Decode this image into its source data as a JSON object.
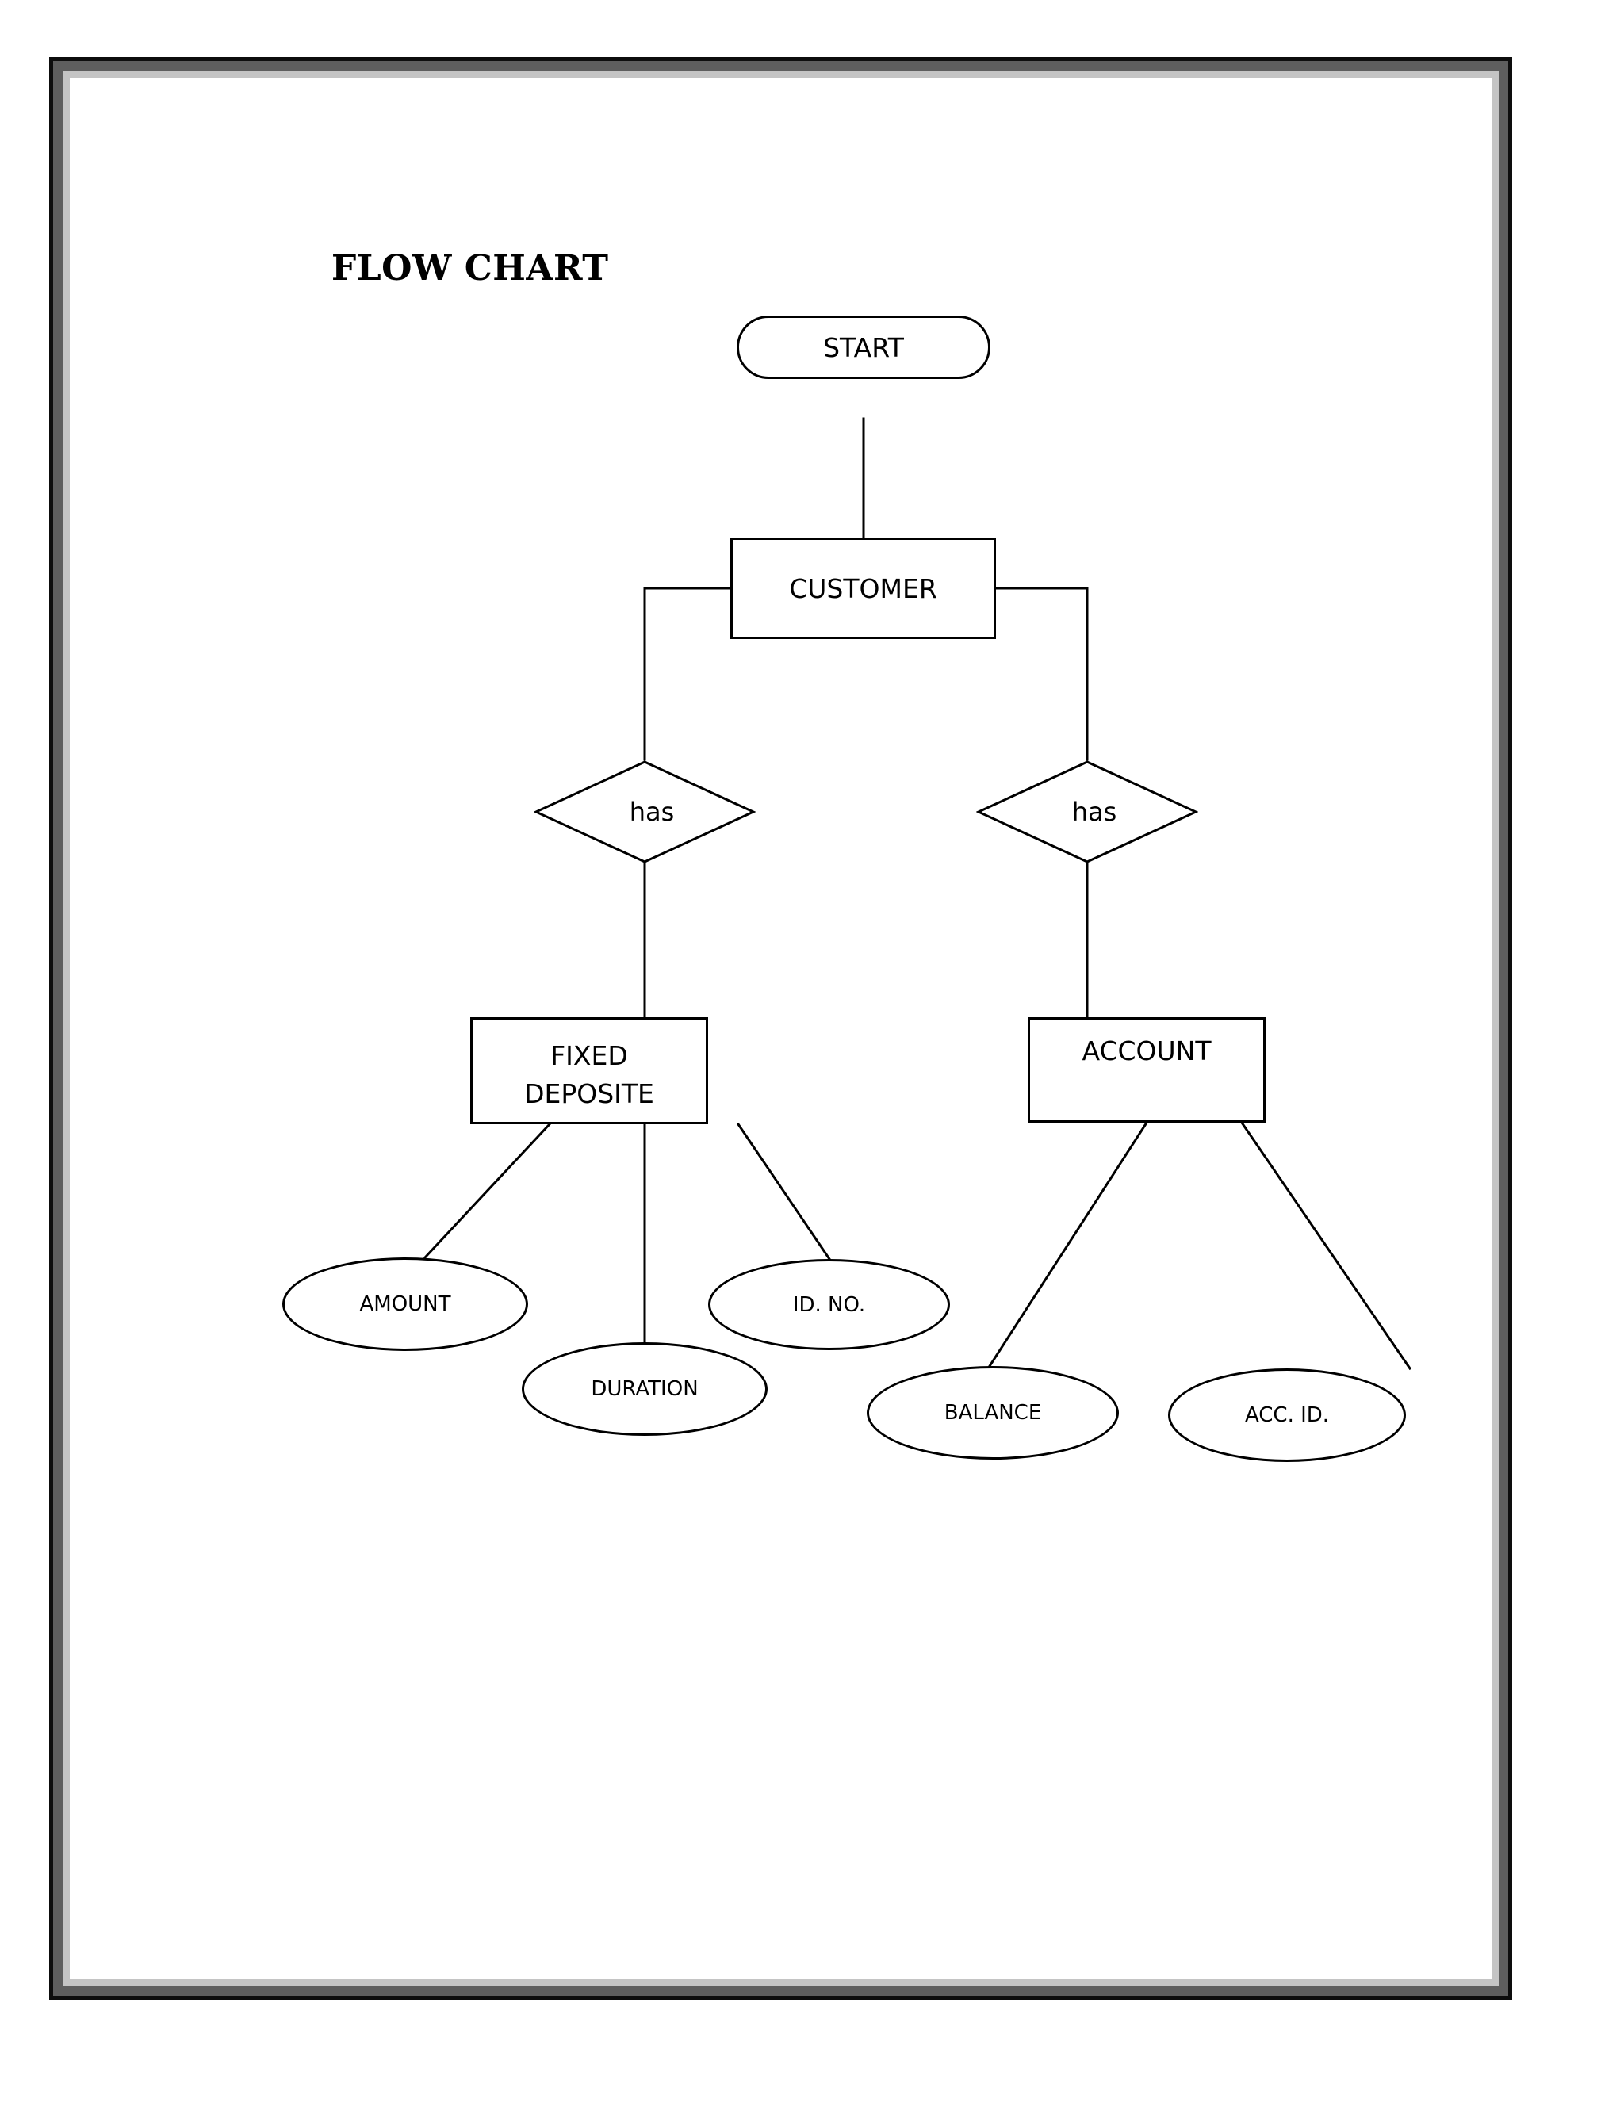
{
  "document": {
    "title": "FLOW CHART"
  },
  "diagram": {
    "type": "entity-relationship-flowchart",
    "nodes": {
      "start": {
        "label": "START",
        "shape": "stadium"
      },
      "customer": {
        "label": "CUSTOMER",
        "shape": "rectangle"
      },
      "has_left": {
        "label": "has",
        "shape": "diamond"
      },
      "has_right": {
        "label": "has",
        "shape": "diamond"
      },
      "fixed_deposite": {
        "label_line1": "FIXED",
        "label_line2": "DEPOSITE",
        "shape": "rectangle"
      },
      "account": {
        "label": "ACCOUNT",
        "shape": "rectangle"
      },
      "amount": {
        "label": "AMOUNT",
        "shape": "ellipse"
      },
      "duration": {
        "label": "DURATION",
        "shape": "ellipse"
      },
      "id_no": {
        "label": "ID. NO.",
        "shape": "ellipse"
      },
      "balance": {
        "label": "BALANCE",
        "shape": "ellipse"
      },
      "acc_id": {
        "label": "ACC. ID.",
        "shape": "ellipse"
      }
    },
    "edges": [
      {
        "from": "start",
        "to": "customer",
        "style": "straight"
      },
      {
        "from": "customer",
        "to": "has_left",
        "style": "elbow"
      },
      {
        "from": "customer",
        "to": "has_right",
        "style": "elbow"
      },
      {
        "from": "has_left",
        "to": "fixed_deposite",
        "style": "straight"
      },
      {
        "from": "has_right",
        "to": "account",
        "style": "straight"
      },
      {
        "from": "fixed_deposite",
        "to": "amount",
        "style": "diagonal"
      },
      {
        "from": "fixed_deposite",
        "to": "duration",
        "style": "straight"
      },
      {
        "from": "fixed_deposite",
        "to": "id_no",
        "style": "diagonal"
      },
      {
        "from": "account",
        "to": "balance",
        "style": "diagonal"
      },
      {
        "from": "account",
        "to": "acc_id",
        "style": "diagonal"
      }
    ]
  },
  "colors": {
    "stroke": "#000000",
    "page_background": "#ffffff",
    "frame_outer": "#0d0d0d",
    "frame_band": "#5e5e5e",
    "frame_inner": "#c4c4c4"
  }
}
